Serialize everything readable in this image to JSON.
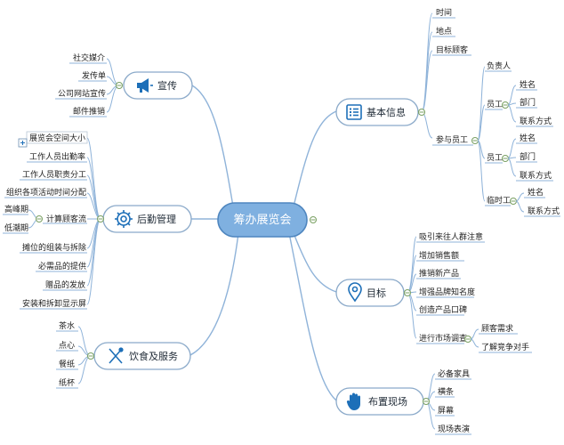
{
  "root": {
    "label": "筹办展览会"
  },
  "colors": {
    "accent": "#1d6fb8",
    "root_fill": "#7fb0e0",
    "line": "#8fb3d9"
  },
  "branches": {
    "xuanchuan": {
      "label": "宣传",
      "icon": "megaphone-icon",
      "items": [
        "社交媒介",
        "发传单",
        "公司网站宣传",
        "邮件推销"
      ]
    },
    "houqin": {
      "label": "后勤管理",
      "icon": "gear-icon",
      "items": [
        "展览会空间大小",
        "工作人员出勤率",
        "工作人员职责分工",
        "组织各项活动时间分配",
        "计算顾客流",
        "摊位的组装与拆除",
        "必需品的提供",
        "赠品的发放",
        "安装和拆卸显示屏"
      ],
      "sub_flow": [
        "高峰期",
        "低潮期"
      ]
    },
    "yinshi": {
      "label": "饮食及服务",
      "icon": "utensils-icon",
      "items": [
        "茶水",
        "点心",
        "餐纸",
        "纸杯"
      ]
    },
    "jiben": {
      "label": "基本信息",
      "icon": "list-icon",
      "items": [
        "时间",
        "地点",
        "目标顾客",
        "参与员工"
      ],
      "staff": {
        "leader": "负责人",
        "worker": "员工",
        "temp": "临时工",
        "name": "姓名",
        "dept": "部门",
        "contact": "联系方式"
      }
    },
    "mubiao": {
      "label": "目标",
      "icon": "location-pin-icon",
      "items": [
        "吸引来往人群注意",
        "增加销售额",
        "推销新产品",
        "增强品牌知名度",
        "创造产品口碑",
        "进行市场调查"
      ],
      "survey": [
        "顾客需求",
        "了解竞争对手"
      ]
    },
    "buzhi": {
      "label": "布置现场",
      "icon": "hand-icon",
      "items": [
        "必备家具",
        "横条",
        "屏幕",
        "现场表演"
      ]
    }
  }
}
